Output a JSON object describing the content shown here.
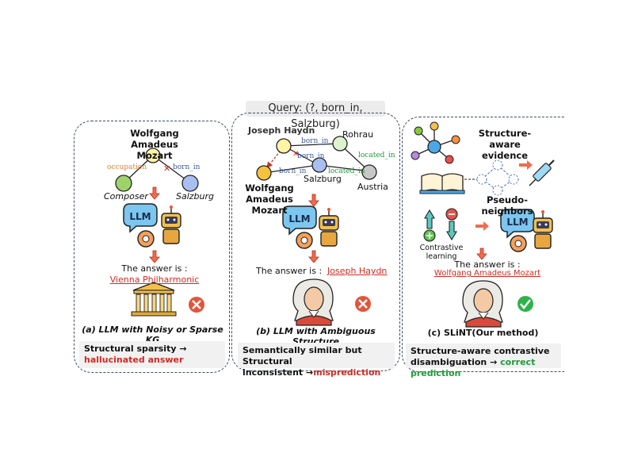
{
  "query": "Query: (?, born_in, Salzburg)",
  "panel_a": {
    "title_line1": "Wolfgang",
    "title_line2": "Amadeus Mozart",
    "node_composer": "Composer",
    "node_salzburg": "Salzburg",
    "rel_occupation": "occupation",
    "rel_born_in": "born_in",
    "llm": "LLM",
    "answer_label": "The answer is :",
    "answer_value": "Vienna Philharmonic",
    "caption": "(a) LLM with Noisy or Sparse KG",
    "summary_prefix": "Structural sparsity → ",
    "summary_highlight": "hallucinated answer"
  },
  "panel_b": {
    "node_haydn": "Joseph Haydn",
    "node_rohrau": "Rohrau",
    "node_mozart_line1": "Wolfgang",
    "node_mozart_line2": "Amadeus Mozart",
    "node_salzburg": "Salzburg",
    "node_austria": "Austria",
    "rel_born_in_1": "born_in",
    "rel_born_in_2": "born_in",
    "rel_born_in_3": "born_in",
    "rel_located_in_1": "located_in",
    "rel_located_in_2": "located_in",
    "llm": "LLM",
    "answer_label": "The answer is :",
    "answer_value": "Joseph Haydn",
    "caption": "(b) LLM with Ambiguous Structure",
    "summary_line1": "Semantically similar but Structural",
    "summary_prefix": "inconsistent →",
    "summary_highlight": "misprediction"
  },
  "panel_c": {
    "title_line1": "Structure-",
    "title_line2": "aware evidence",
    "pseudo_neighbors": "Pseudo-neighbors",
    "contrastive": "Contrastive learning",
    "llm": "LLM",
    "answer_label": "The answer is :",
    "answer_value": "Wolfgang Amadeus Mozart",
    "caption": "(c) SLiNT(Our method)",
    "summary_line1": "Structure-aware contrastive",
    "summary_prefix": "disambiguation → ",
    "summary_highlight": "correct prediction"
  },
  "colors": {
    "wrong": "#e2553b",
    "correct": "#2fb24a",
    "arrow": "#e05a3a",
    "node_yellow": "#fff3a6",
    "node_green": "#9ed36a",
    "node_blue": "#a9bff0",
    "node_gray": "#c8c8c8",
    "node_lightgreen": "#dff2cf"
  }
}
